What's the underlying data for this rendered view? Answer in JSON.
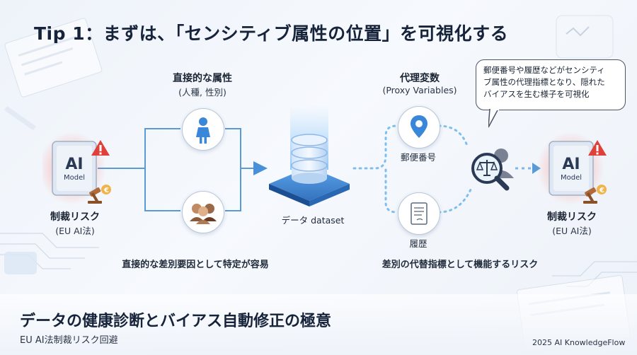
{
  "title": "Tip 1：まずは、「センシティブ属性の位置」を可視化する",
  "left_model": {
    "chip_main": "AI",
    "chip_sub": "Model",
    "label": "制裁リスク",
    "sublabel": "(EU AI法)"
  },
  "right_model": {
    "chip_main": "AI",
    "chip_sub": "Model",
    "label": "制裁リスク",
    "sublabel": "(EU AI法)"
  },
  "direct_attributes": {
    "title": "直接的な属性",
    "subtitle": "(人種, 性別)",
    "caption": "直接的な差別要因として特定が容易"
  },
  "dataset": {
    "label": "データ dataset"
  },
  "proxy_variables": {
    "title": "代理変数",
    "subtitle": "(Proxy Variables)",
    "items": [
      {
        "label": "郵便番号"
      },
      {
        "label": "履歴"
      }
    ],
    "caption": "差別の代替指標として機能するリスク"
  },
  "callout": {
    "text": "郵便番号や履歴などがセンシティ\nブ属性の代理指標となり、隠れた\nバイアスを生む様子を可視化"
  },
  "footer": {
    "title": "データの健康診断とバイアス自動修正の極意",
    "subtitle": "EU AI法制裁リスク回避",
    "credit": "2025 AI KnowledgeFlow"
  },
  "colors": {
    "accent_blue": "#3a8de0",
    "warning_red": "#e0403a",
    "flow_line": "#6aa6dc"
  }
}
